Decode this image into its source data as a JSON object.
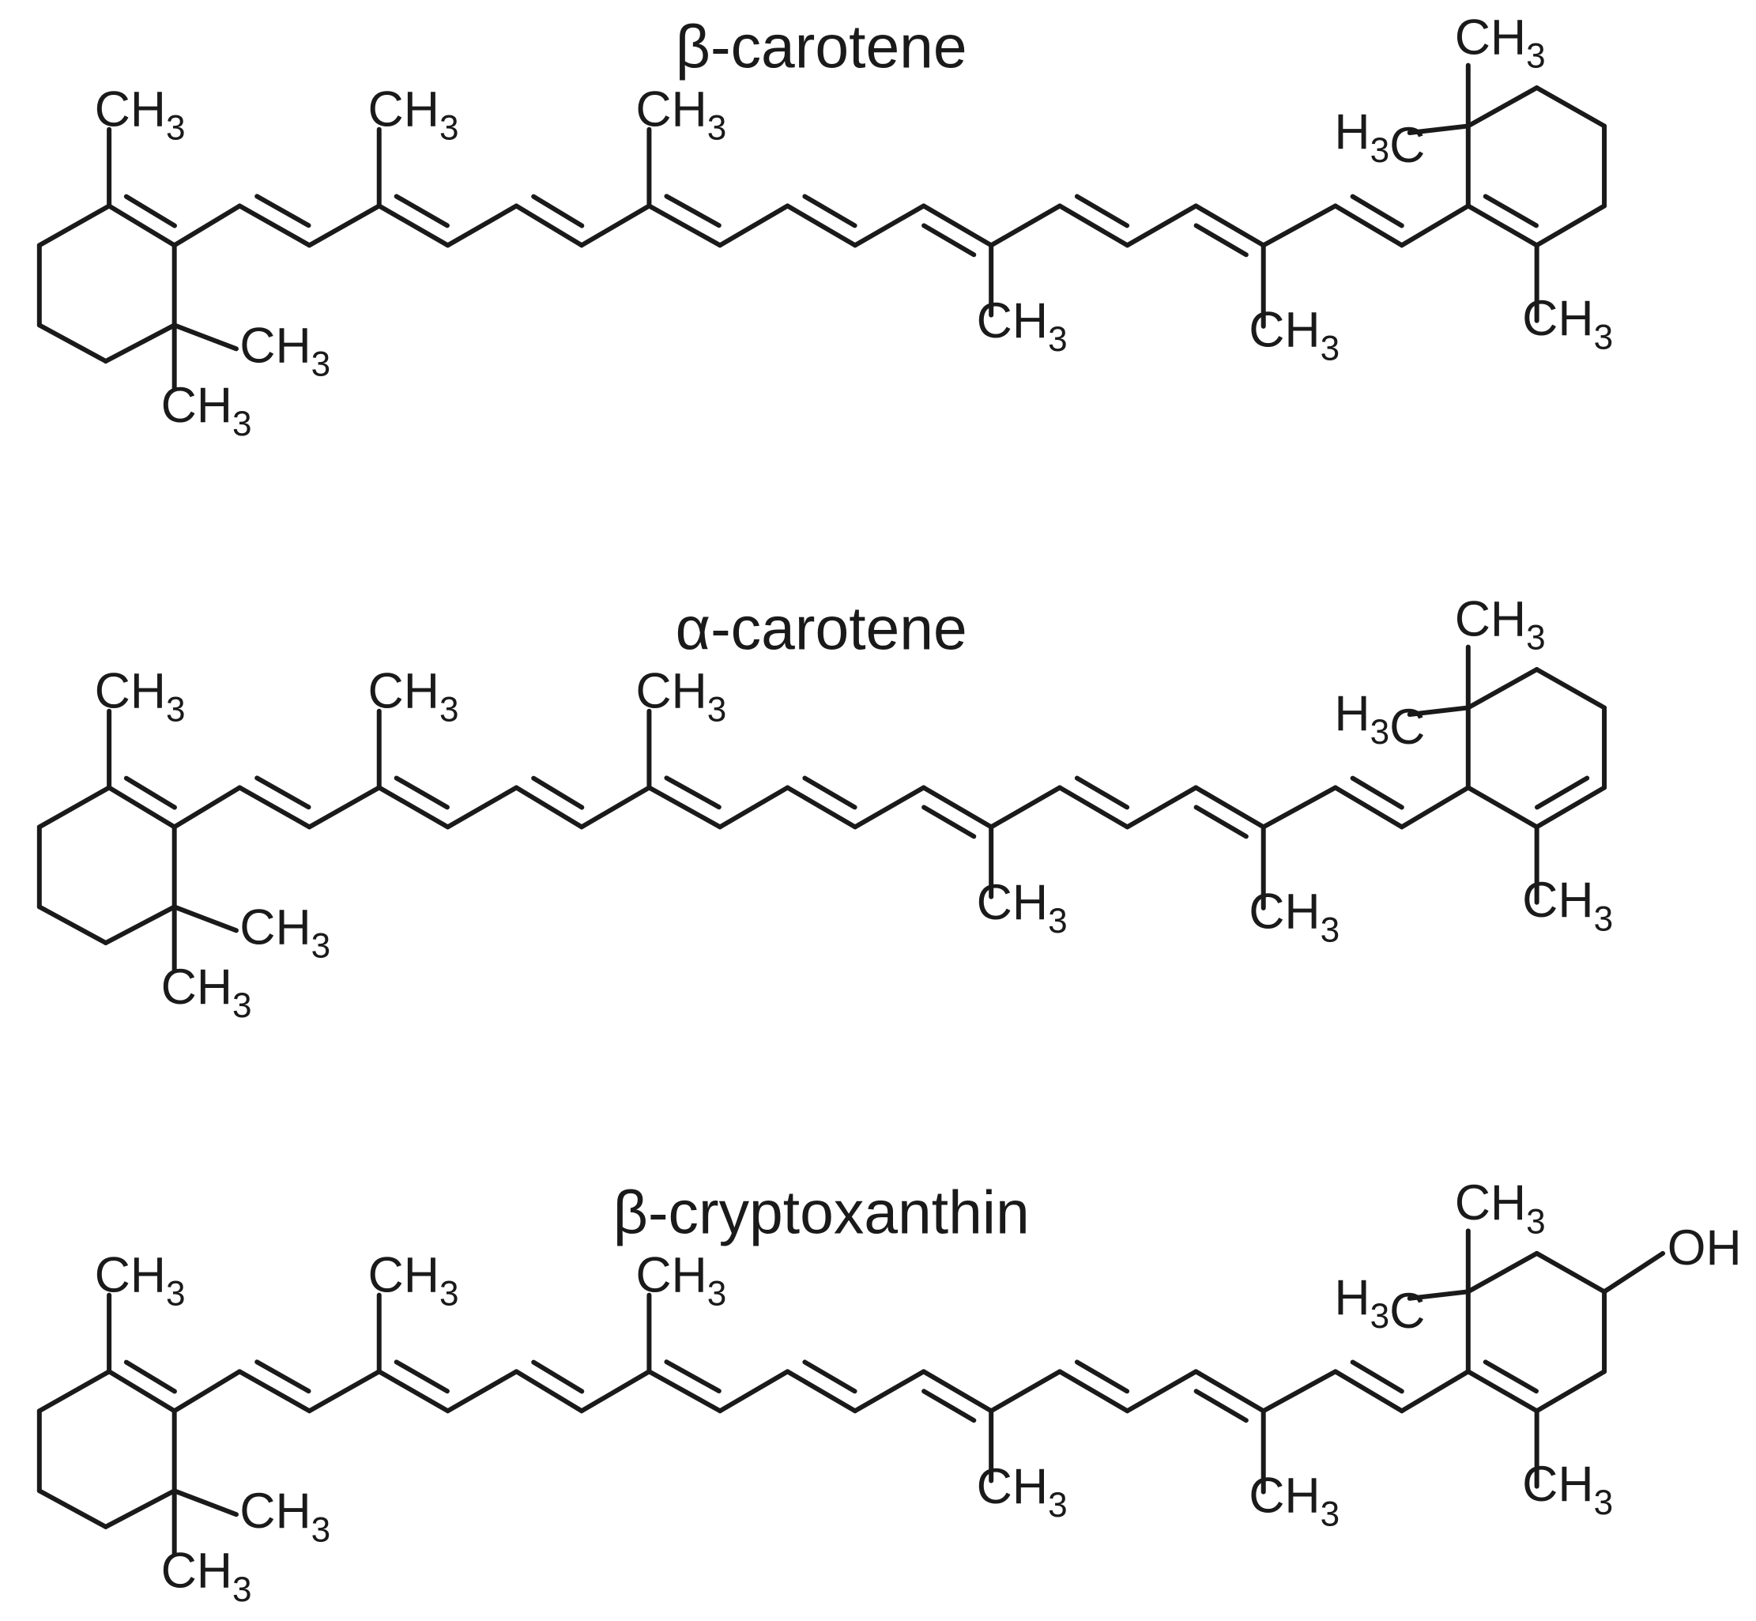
{
  "molecules": [
    {
      "name": "β-carotene",
      "left_ring_labels": {
        "top": "CH3",
        "gem_a": "CH3",
        "gem_b": "CH3"
      },
      "chain_labels": [
        "CH3",
        "CH3",
        "CH3",
        "CH3"
      ],
      "right_ring_labels": {
        "gem_top": "CH3",
        "gem_left": "H3C",
        "bottom": "CH3"
      }
    },
    {
      "name": "α-carotene",
      "left_ring_labels": {
        "top": "CH3",
        "gem_a": "CH3",
        "gem_b": "CH3"
      },
      "chain_labels": [
        "CH3",
        "CH3",
        "CH3",
        "CH3"
      ],
      "right_ring_labels": {
        "gem_top": "CH3",
        "gem_left": "H3C",
        "bottom": "CH3"
      }
    },
    {
      "name": "β-cryptoxanthin",
      "left_ring_labels": {
        "top": "CH3",
        "gem_a": "CH3",
        "gem_b": "CH3"
      },
      "chain_labels": [
        "CH3",
        "CH3",
        "CH3",
        "CH3"
      ],
      "right_ring_labels": {
        "gem_top": "CH3",
        "gem_left": "H3C",
        "bottom": "CH3",
        "hydroxyl": "OH"
      }
    }
  ]
}
